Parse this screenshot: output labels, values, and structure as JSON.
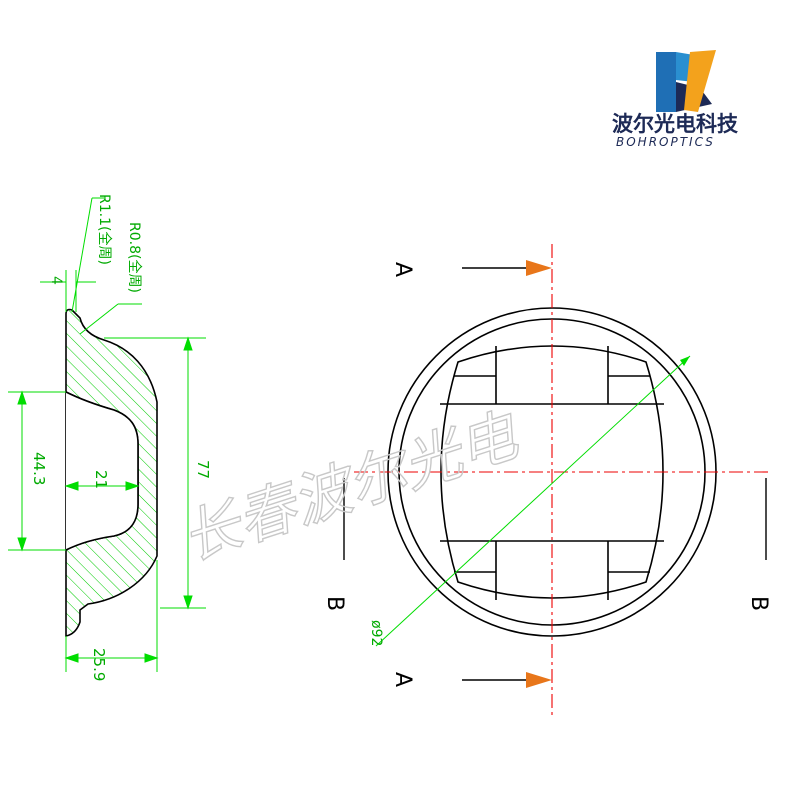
{
  "brand": {
    "name_cn": "波尔光电科技",
    "name_en": "BOHROPTICS",
    "colors": {
      "blue": "#1f6fb5",
      "orange": "#f3a21c",
      "dark": "#1d2a56"
    }
  },
  "watermark": {
    "text": "长春波尔光电"
  },
  "section_view": {
    "dimensions": {
      "flange_thickness": "4",
      "outer_fillet": "R1.1(全周)",
      "inner_fillet": "R0.8(全周)",
      "cavity_height": "44.3",
      "cavity_depth": "21",
      "overall_height": "77",
      "overall_depth": "25.9"
    }
  },
  "front_view": {
    "cut_labels": {
      "a_top": "A",
      "a_bottom": "A",
      "b_left": "B",
      "b_right": "B"
    },
    "diameter": "ø92"
  },
  "colors": {
    "dimension": "#00dd00",
    "centerline": "#ee0000",
    "arrow": "#e8761a",
    "outline": "#000000"
  }
}
